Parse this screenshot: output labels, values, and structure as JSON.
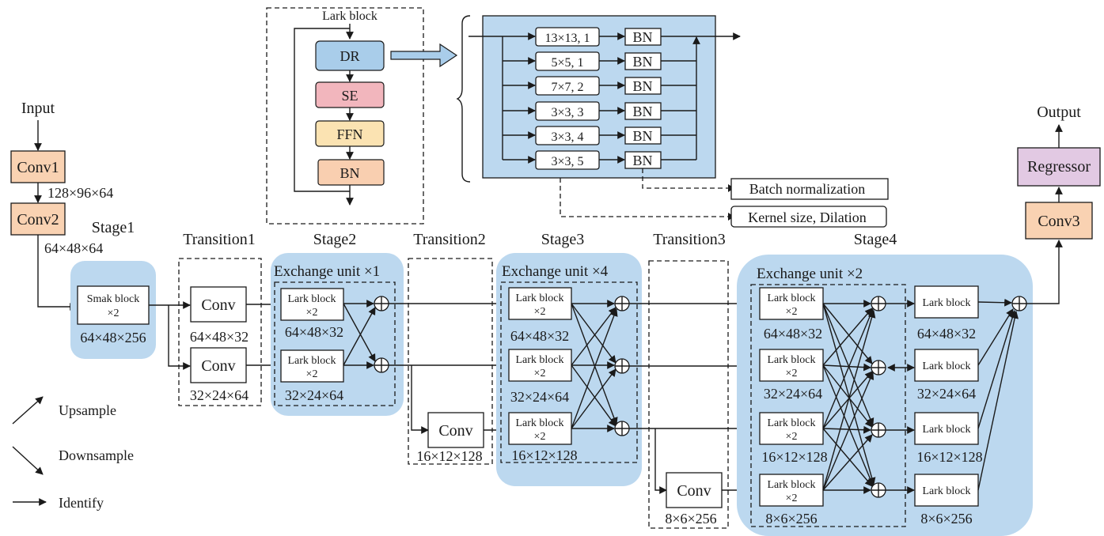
{
  "input_label": "Input",
  "output_label": "Output",
  "conv1": "Conv1",
  "conv2": "Conv2",
  "conv3": "Conv3",
  "regressor": "Regressor",
  "dim_conv1": "128×96×64",
  "dim_conv2": "64×48×64",
  "stage1": {
    "title": "Stage1",
    "block_line1": "Smak block",
    "block_line2": "×2",
    "dim": "64×48×256"
  },
  "transition1": {
    "title": "Transition1",
    "conv_top": "Conv",
    "conv_bottom": "Conv",
    "dim_top": "64×48×32",
    "dim_bottom": "32×24×64"
  },
  "stage2": {
    "title": "Stage2",
    "exchange": "Exchange unit ×1",
    "block_line1": "Lark block",
    "block_line2": "×2",
    "dims": [
      "64×48×32",
      "32×24×64"
    ]
  },
  "transition2": {
    "title": "Transition2",
    "conv": "Conv",
    "dim": "16×12×128"
  },
  "stage3": {
    "title": "Stage3",
    "exchange": "Exchange unit ×4",
    "block_line1": "Lark block",
    "block_line2": "×2",
    "dims": [
      "64×48×32",
      "32×24×64",
      "16×12×128"
    ]
  },
  "transition3": {
    "title": "Transition3",
    "conv": "Conv",
    "dim": "8×6×256"
  },
  "stage4": {
    "title": "Stage4",
    "exchange": "Exchange unit ×2",
    "block_line1": "Lark block",
    "block_line2": "×2",
    "right_block": "Lark block",
    "dims": [
      "64×48×32",
      "32×24×64",
      "16×12×128",
      "8×6×256"
    ]
  },
  "lark_detail": {
    "title": "Lark block",
    "dr": "DR",
    "se": "SE",
    "ffn": "FFN",
    "bn": "BN",
    "dr_color": "#a9cdea",
    "se_color": "#f2b6bd",
    "ffn_color": "#fbe3b2",
    "bn_color": "#f9cfb0"
  },
  "dr_branches": [
    "13×13, 1",
    "5×5, 1",
    "7×7, 2",
    "3×3, 3",
    "3×3, 4",
    "3×3, 5"
  ],
  "bn_label": "BN",
  "legend_batch": "Batch normalization",
  "legend_kernel": "Kernel size, Dilation",
  "legend": {
    "upsample": "Upsample",
    "downsample": "Downsample",
    "identify": "Identify"
  },
  "colors": {
    "stage_fill": "#bcd8ef",
    "conv_fill": "#f9d2b2",
    "regressor_fill": "#e2c9e3",
    "lark_panel_fill": "#fdf6ec"
  }
}
